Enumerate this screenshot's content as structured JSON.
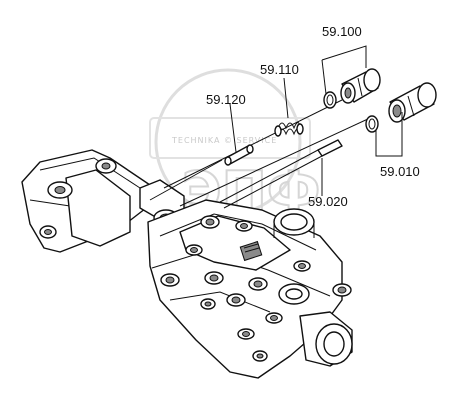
{
  "labels": {
    "p59_100": "59.100",
    "p59_110": "59.110",
    "p59_120": "59.120",
    "p59_010": "59.010",
    "p59_020": "59.020"
  },
  "watermark": {
    "ring_text": "TECHNIKA © SERVICE",
    "letters": "ЭПФ"
  },
  "colors": {
    "line": "#111111",
    "shade": "#8a8a8a",
    "watermark": "#d6d6d6"
  }
}
